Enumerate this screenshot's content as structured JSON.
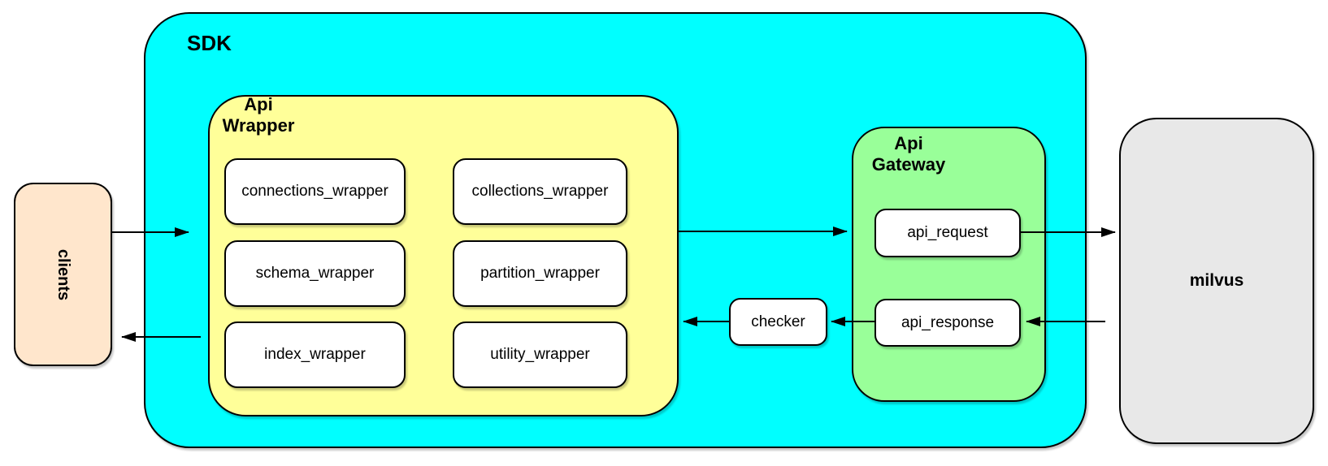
{
  "diagram": {
    "containers": {
      "sdk": {
        "label": "SDK",
        "fill": "#00FFFF"
      },
      "api_wrapper": {
        "label_line1": "Api",
        "label_line2": "Wrapper",
        "fill": "#FFFF99"
      },
      "api_gateway": {
        "label_line1": "Api",
        "label_line2": "Gateway",
        "fill": "#99FF99"
      }
    },
    "nodes": {
      "clients": {
        "label": "clients",
        "fill": "#FFE6CC"
      },
      "milvus": {
        "label": "milvus",
        "fill": "#E8E8E8"
      },
      "checker": {
        "label": "checker",
        "fill": "#FFFFFF"
      },
      "api_request": {
        "label": "api_request",
        "fill": "#FFFFFF"
      },
      "api_response": {
        "label": "api_response",
        "fill": "#FFFFFF"
      },
      "api_wrapper_modules": [
        "connections_wrapper",
        "collections_wrapper",
        "schema_wrapper",
        "partition_wrapper",
        "index_wrapper",
        "utility_wrapper"
      ]
    },
    "edges": [
      {
        "from": "clients",
        "to": "sdk"
      },
      {
        "from": "sdk",
        "to": "clients"
      },
      {
        "from": "api_wrapper",
        "to": "api_request"
      },
      {
        "from": "api_request",
        "to": "milvus"
      },
      {
        "from": "milvus",
        "to": "api_response"
      },
      {
        "from": "api_response",
        "to": "checker"
      },
      {
        "from": "checker",
        "to": "api_wrapper"
      }
    ],
    "colors": {
      "outline": "#000000",
      "background": "#FFFFFF",
      "sdk_cyan": "#00FFFF",
      "wrapper_yellow": "#FFFF99",
      "gateway_green": "#99FF99",
      "clients_peach": "#FFE6CC",
      "milvus_gray": "#E8E8E8"
    }
  }
}
